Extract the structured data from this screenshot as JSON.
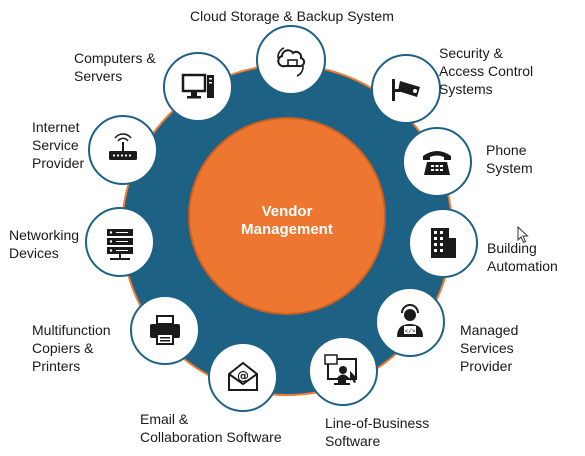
{
  "center": {
    "line1": "Vendor",
    "line2": "Management"
  },
  "colors": {
    "ring_fill": "#1d6184",
    "ring_outline": "#f07b32",
    "center_fill": "#ed7631",
    "center_outline": "#c95f20",
    "node_fill": "#ffffff",
    "node_outline": "#1d6184",
    "icon": "#1a1a1a"
  },
  "nodes": [
    {
      "name": "cloud-storage",
      "icon": "cloud-sync-icon",
      "label": "Cloud Storage & Backup System"
    },
    {
      "name": "security",
      "icon": "security-camera-icon",
      "label": "Security &\nAccess Control\nSystems"
    },
    {
      "name": "phone",
      "icon": "telephone-icon",
      "label": "Phone\nSystem"
    },
    {
      "name": "building",
      "icon": "building-icon",
      "label": "Building\nAutomation"
    },
    {
      "name": "managed-services",
      "icon": "technician-icon",
      "label": "Managed\nServices\nProvider"
    },
    {
      "name": "line-of-business",
      "icon": "monitor-window-icon",
      "label": "Line-of-Business\nSoftware"
    },
    {
      "name": "email",
      "icon": "email-envelope-icon",
      "label": "Email &\nCollaboration Software"
    },
    {
      "name": "copiers",
      "icon": "printer-icon",
      "label": "Multifunction\nCopiers &\nPrinters"
    },
    {
      "name": "networking",
      "icon": "server-rack-icon",
      "label": "Networking\nDevices"
    },
    {
      "name": "isp",
      "icon": "router-icon",
      "label": "Internet\nService\nProvider"
    },
    {
      "name": "computers",
      "icon": "desktop-computer-icon",
      "label": "Computers &\nServers"
    }
  ]
}
